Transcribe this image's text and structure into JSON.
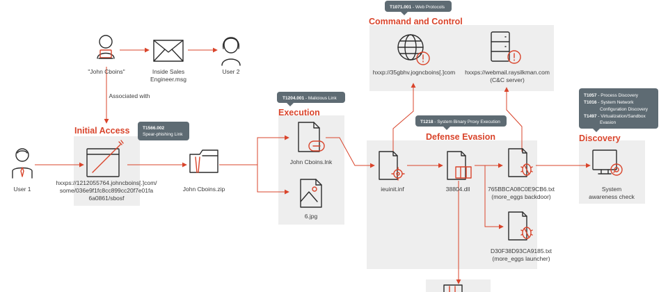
{
  "stages": {
    "initial_access": "Initial Access",
    "execution": "Execution",
    "defense_evasion": "Defense Evasion",
    "command_and_control": "Command and Control",
    "discovery": "Discovery"
  },
  "tags": {
    "initial_access": [
      {
        "id": "T1566.002",
        "text": ""
      },
      {
        "id": "",
        "text": "Spear-phishing Link"
      }
    ],
    "execution": [
      {
        "id": "T1204.001",
        "text": " - Malicious Link"
      }
    ],
    "defense_evasion": [
      {
        "id": "T1218",
        "text": " - System Binary Proxy Execution"
      }
    ],
    "command_and_control": [
      {
        "id": "T1071.001",
        "text": " - Web Protocols"
      }
    ],
    "discovery": [
      {
        "id": "T1057",
        "text": " - Process Discovery"
      },
      {
        "id": "T1016",
        "text": " - System Network"
      },
      {
        "id": "",
        "text": "Configuration Discovery"
      },
      {
        "id": "T1497",
        "text": " - Virtualization/Sandbox"
      },
      {
        "id": "",
        "text": "Evasion"
      }
    ]
  },
  "nodes": {
    "attacker": [
      "\"John Cboins\""
    ],
    "email": [
      "Inside Sales",
      "Engineer.msg"
    ],
    "user2": [
      "User 2"
    ],
    "associated": [
      "Associated with"
    ],
    "user1": [
      "User 1"
    ],
    "url": [
      "hxxps://1212055764.johncboins[.]com/",
      "some/036e9f1fc8cc899cc20f7e01fa",
      "6a0861/sbosf"
    ],
    "zip": [
      "John Cboins.zip"
    ],
    "lnk": [
      "John Cboins.lnk"
    ],
    "jpg": [
      "6.jpg"
    ],
    "inf": [
      "ieuinit.inf"
    ],
    "dll": [
      "38804.dll"
    ],
    "backdoor": [
      "765BBCA08C0E9CB6.txt",
      "(more_eggs backdoor)"
    ],
    "launcher": [
      "D30F38D93CA9185.txt",
      "(more_eggs launcher)"
    ],
    "c2a": [
      "hxxp://35gbhv.jogncboins[.]com"
    ],
    "c2b": [
      "hxxps://webmail.raysilkman.com",
      "(C&C server)"
    ],
    "sysaware": [
      "System",
      "awareness check"
    ]
  },
  "colors": {
    "accent": "#d9442b",
    "panel": "#eeeeee",
    "tag": "#5e6b73",
    "ink": "#2b2b2b"
  },
  "icons": [
    "user-icon",
    "envelope-icon",
    "browser-window-icon",
    "folder-zip-icon",
    "file-link-icon",
    "image-file-icon",
    "file-gear-icon",
    "file-dll-icon",
    "file-bug-icon",
    "globe-alert-icon",
    "server-alert-icon",
    "monitor-search-icon"
  ]
}
